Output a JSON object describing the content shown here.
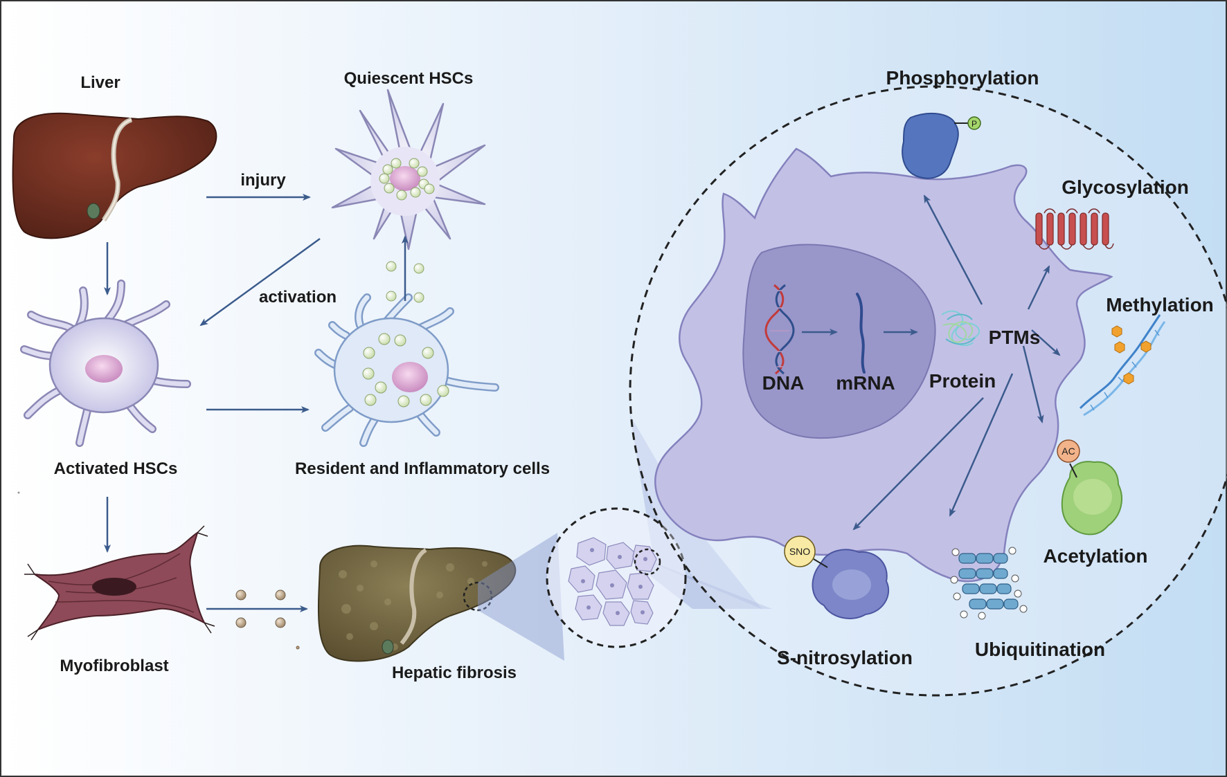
{
  "left": {
    "liver": "Liver",
    "quiescent": "Quiescent HSCs",
    "injury": "injury",
    "activation": "activation",
    "activated": "Activated HSCs",
    "resident": "Resident and Inflammatory cells",
    "myofibroblast": "Myofibroblast",
    "fibrosis": "Hepatic fibrosis"
  },
  "cell": {
    "dna": "DNA",
    "mrna": "mRNA",
    "protein": "Protein",
    "ptms": "PTMs",
    "p_tag": "P",
    "ac_tag": "AC",
    "sno_tag": "SNO"
  },
  "ptms": {
    "phosphorylation": "Phosphorylation",
    "glycosylation": "Glycosylation",
    "methylation": "Methylation",
    "acetylation": "Acetylation",
    "ubiquitination": "Ubiquitination",
    "snitrosylation": "S-nitrosylation"
  },
  "colors": {
    "arrow": "#3b5b8c",
    "liver": "#6b2c1f",
    "cell_body": "#c9c7e8",
    "nucleus": "#9a97cc",
    "fibrotic_liver": "#6f6440"
  }
}
